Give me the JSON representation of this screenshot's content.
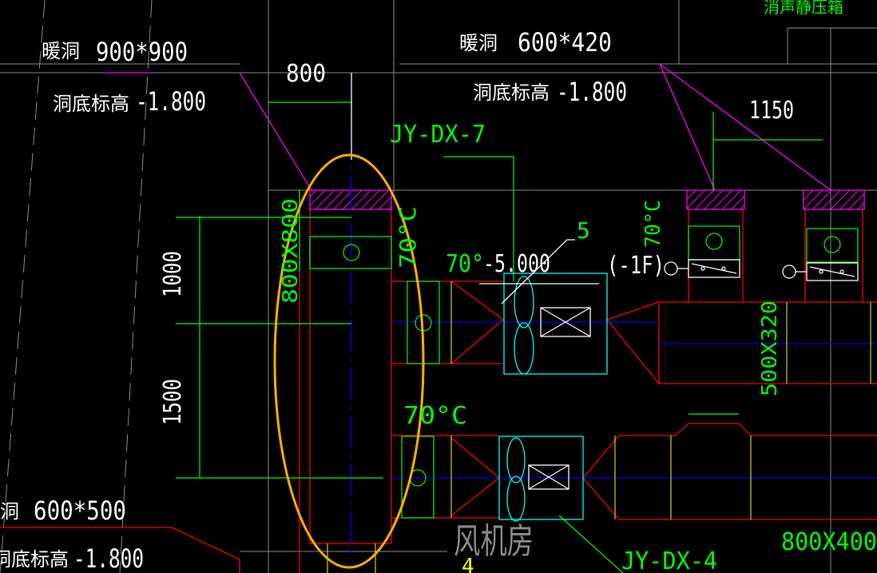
{
  "labels": {
    "duct_opening_1": "暖洞",
    "size_1": "900*900",
    "bottom_elev_1": "洞底标高",
    "elev_1": "-1.800",
    "duct_opening_2": "暖洞",
    "size_2": "600*420",
    "bottom_elev_2": "洞底标高",
    "elev_2": "-1.800",
    "duct_opening_3": "洞",
    "size_3": "600*500",
    "bottom_elev_3": "洞底标高",
    "elev_3": "-1.800",
    "dim_800": "800",
    "dim_1150": "1150",
    "dim_1000": "1000",
    "dim_1500": "1500",
    "tag_top": "JY-DX-7",
    "tag_bottom": "JY-DX-4",
    "duct_size_800x800": "800X800",
    "duct_size_500x320": "500X320",
    "duct_size_800x400": "800X400",
    "temp_70_a": "70°C",
    "temp_70_b": "70°C",
    "temp_70_c": "70°C",
    "temp_label": "70°",
    "elev_mid": "-5.000",
    "floor_tag": "(-1F)",
    "leader_5": "5",
    "leader_4": "4",
    "room_name": "风机房",
    "silencer_box": "消声静压箱"
  },
  "colors": {
    "background": "#000000",
    "white": "#ffffff",
    "green": "#00ff00",
    "red": "#ff0000",
    "blue": "#0000ff",
    "cyan": "#00ffff",
    "magenta": "#ff00ff",
    "yellow": "#ffff00",
    "gray": "#8c8c8c",
    "highlight": "#ffb000"
  }
}
